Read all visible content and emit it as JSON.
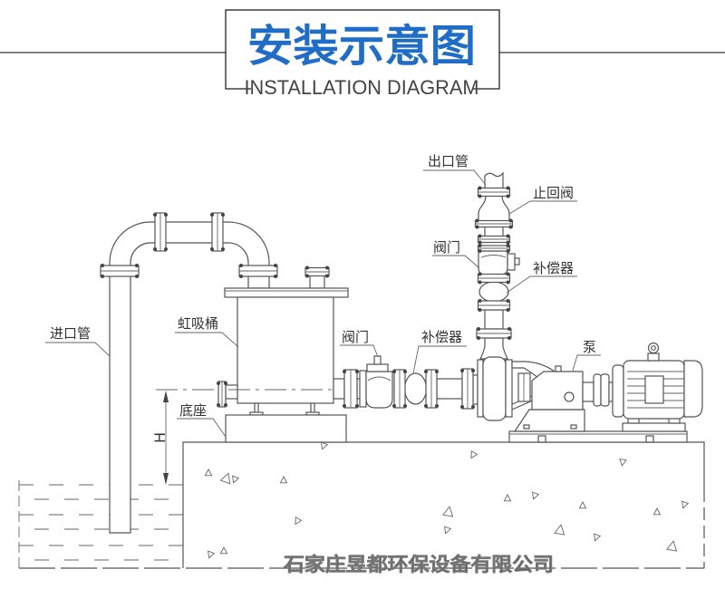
{
  "header": {
    "title": "安装示意图",
    "subtitle": "INSTALLATION DIAGRAM"
  },
  "labels": {
    "inlet_pipe": "进口管",
    "siphon_tank": "虹吸桶",
    "base": "底座",
    "height_mark": "H",
    "inlet_valve": "阀门",
    "inlet_compensator": "补偿器",
    "outlet_pipe": "出口管",
    "check_valve": "止回阀",
    "outlet_valve": "阀门",
    "outlet_compensator": "补偿器",
    "pump": "泵"
  },
  "footer": {
    "company": "石家庄昱都环保设备有限公司"
  },
  "colors": {
    "title": "#1f6dc6",
    "line": "#555555",
    "label": "#333333"
  }
}
